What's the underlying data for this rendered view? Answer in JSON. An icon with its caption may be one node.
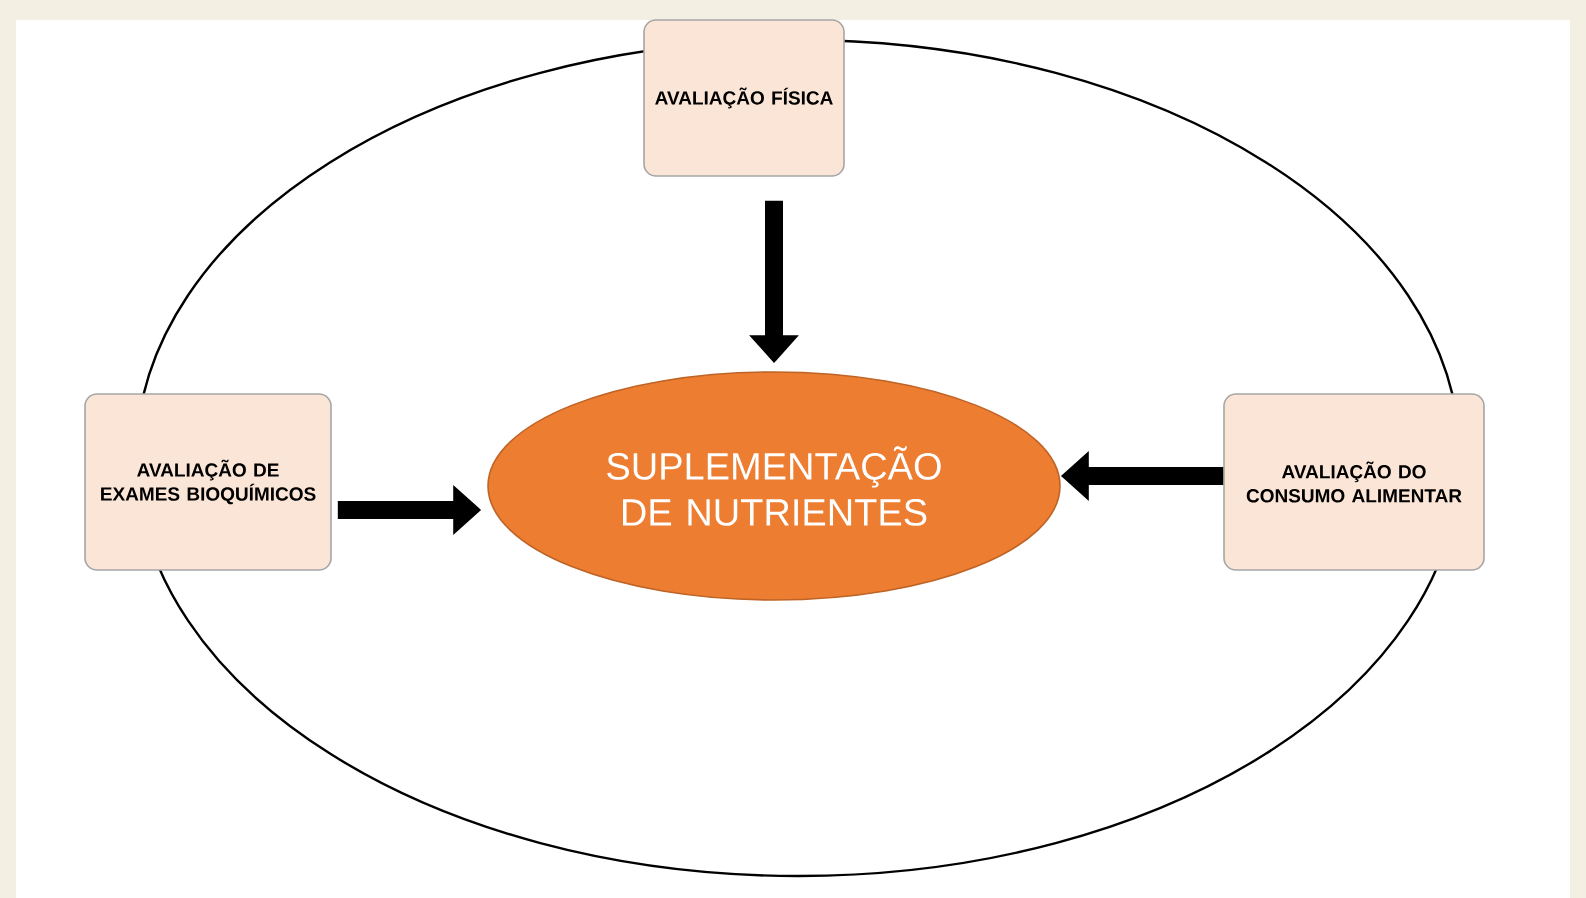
{
  "diagram": {
    "nodes": [
      {
        "text": [
          "AVALIAÇÃO FÍSICA"
        ]
      },
      {
        "text": [
          "AVALIAÇÃO DE EXAMES BIOQUÍMICOS"
        ]
      },
      {
        "text": [
          "SUPLEMENTAÇÃO DE NUTRIENTES"
        ]
      },
      {
        "text": [
          "AVALIAÇÃO DO CONSUMO ALIMENTAR"
        ]
      }
    ],
    "edges": [
      {
        "from": 0,
        "to": 2,
        "arrow": "to"
      },
      {
        "from": 1,
        "to": 2,
        "arrow": "to"
      },
      {
        "from": 3,
        "to": 2,
        "arrow": "to"
      }
    ]
  }
}
